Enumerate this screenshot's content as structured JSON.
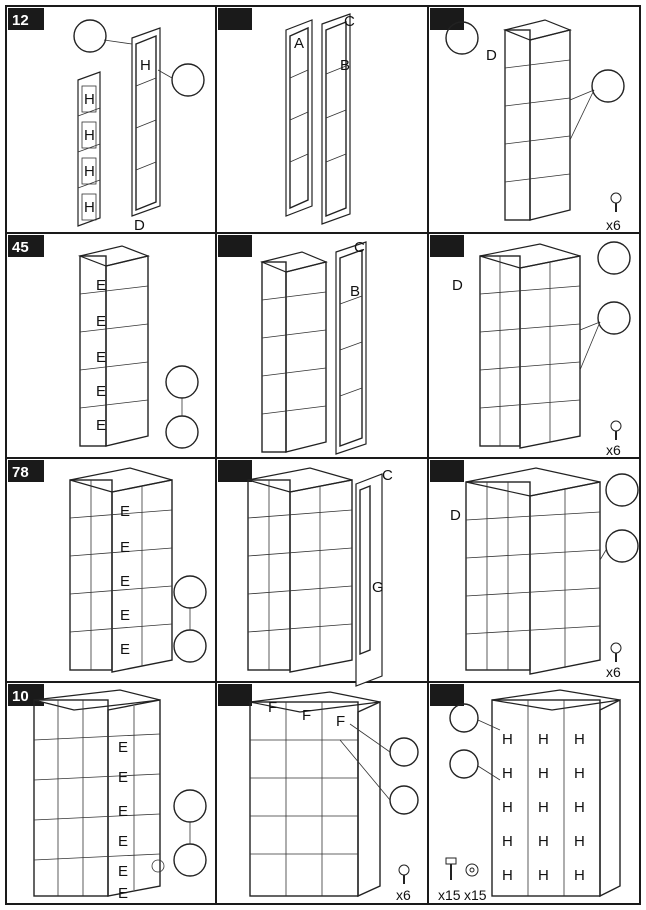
{
  "sheet": {
    "border_color": "#1a1a1a",
    "badge_color": "#1a1a1a"
  },
  "steps": [
    {
      "badge": "12",
      "labels": [
        "H",
        "H",
        "H",
        "H",
        "H",
        "D"
      ],
      "qty": ""
    },
    {
      "badge": "",
      "labels": [
        "A",
        "C",
        "B"
      ],
      "qty": ""
    },
    {
      "badge": "",
      "labels": [
        "D"
      ],
      "qty": "x6",
      "fastener": "screw-icon"
    },
    {
      "badge": "45",
      "labels": [
        "E",
        "E",
        "E",
        "E",
        "E"
      ],
      "qty": ""
    },
    {
      "badge": "",
      "labels": [
        "C",
        "B"
      ],
      "qty": ""
    },
    {
      "badge": "",
      "labels": [
        "D"
      ],
      "qty": "x6",
      "fastener": "screw-icon"
    },
    {
      "badge": "78",
      "labels": [
        "E",
        "E",
        "E",
        "E",
        "E"
      ],
      "qty": ""
    },
    {
      "badge": "",
      "labels": [
        "C",
        "G"
      ],
      "qty": ""
    },
    {
      "badge": "",
      "labels": [
        "D"
      ],
      "qty": "x6",
      "fastener": "screw-icon"
    },
    {
      "badge": "10",
      "labels": [
        "E",
        "E",
        "E",
        "E",
        "E",
        "E"
      ],
      "qty": ""
    },
    {
      "badge": "",
      "labels": [
        "F",
        "F",
        "F"
      ],
      "qty": "x6",
      "fastener": "screw-icon"
    },
    {
      "badge": "",
      "labels": [
        "H",
        "H",
        "H",
        "H",
        "H",
        "H",
        "H",
        "H",
        "H",
        "H",
        "H",
        "H",
        "H",
        "H",
        "H"
      ],
      "qty": "x15",
      "qty2": "x15",
      "fastener": "bolt-icon",
      "fastener2": "washer-icon"
    }
  ]
}
